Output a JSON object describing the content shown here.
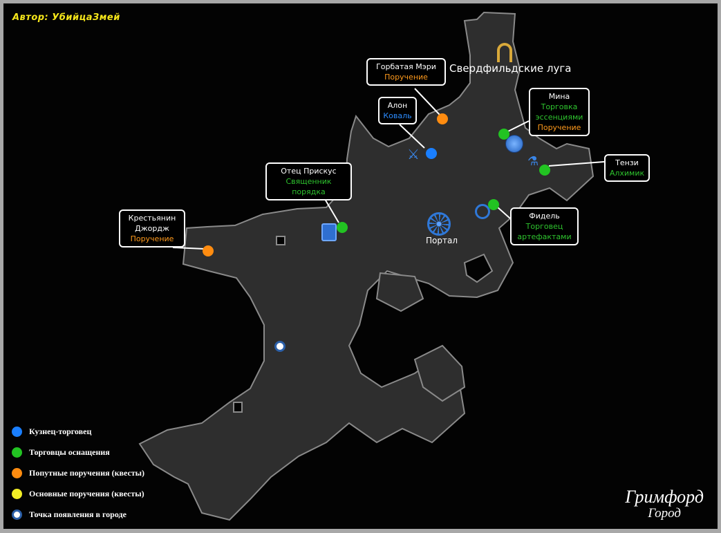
{
  "author": "Автор: УбийцаЗмей",
  "map_labels": {
    "exit": "Свердфильдские луга",
    "portal": "Портал"
  },
  "npcs": [
    {
      "name": "Горбатая Мэри",
      "roles": [
        {
          "text": "Поручение",
          "color": "orange"
        }
      ],
      "dot": "orange"
    },
    {
      "name": "Алон",
      "roles": [
        {
          "text": "Коваль",
          "color": "blue"
        }
      ],
      "dot": "blue"
    },
    {
      "name": "Мина",
      "roles": [
        {
          "text": "Торговка эссенциями",
          "color": "green"
        },
        {
          "text": "Поручение",
          "color": "orange"
        }
      ],
      "dot": "green"
    },
    {
      "name": "Тензи",
      "roles": [
        {
          "text": "Алхимик",
          "color": "green"
        }
      ],
      "dot": "green"
    },
    {
      "name": "Отец Прискус",
      "roles": [
        {
          "text": "Священник порядка",
          "color": "green"
        }
      ],
      "dot": "green"
    },
    {
      "name": "Крестьянин Джордж",
      "roles": [
        {
          "text": "Поручение",
          "color": "orange"
        }
      ],
      "dot": "orange"
    },
    {
      "name": "Фидель",
      "roles": [
        {
          "text": "Торговец артефактами",
          "color": "green"
        }
      ],
      "dot": "green"
    }
  ],
  "legend": [
    {
      "label": "Кузнец-торговец",
      "color": "#1a7fff"
    },
    {
      "label": "Торговцы оснащения",
      "color": "#22c322"
    },
    {
      "label": "Попутные поручения (квесты)",
      "color": "#ff8c10"
    },
    {
      "label": "Основные поручения (квесты)",
      "color": "#f2ee25"
    },
    {
      "label": "Точка появления в городе",
      "color": "#ffffff"
    }
  ],
  "title": {
    "name": "Гримфорд",
    "subtitle": "Город"
  },
  "colors": {
    "blue": "#1a7fff",
    "green": "#22c322",
    "orange": "#ff8c10",
    "floor": "#2e2e2e",
    "wall": "#8a8a8a"
  }
}
